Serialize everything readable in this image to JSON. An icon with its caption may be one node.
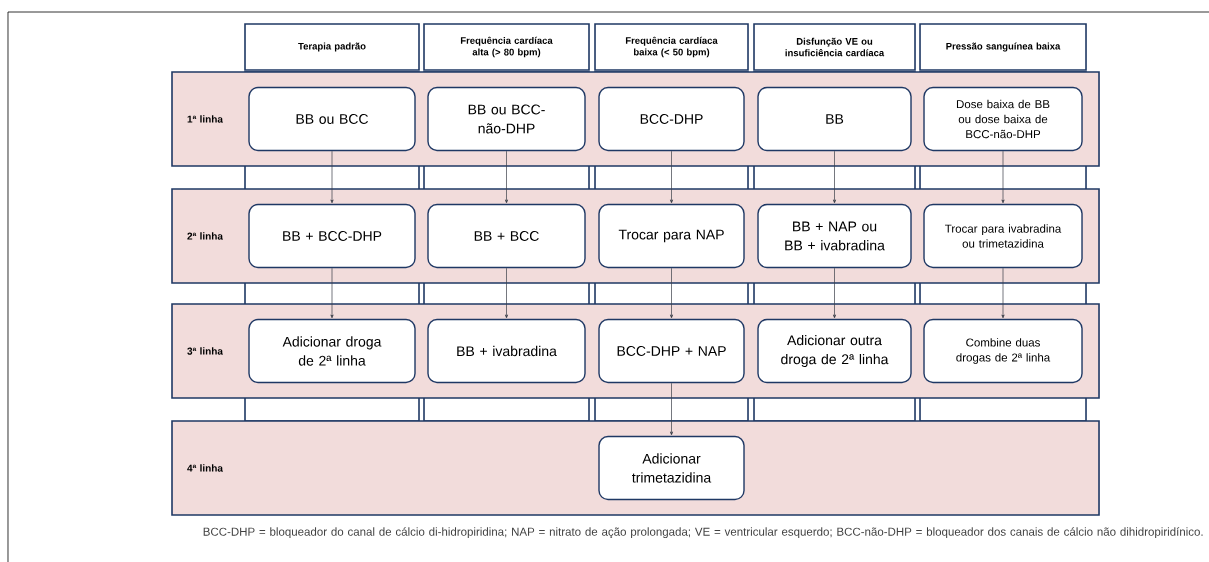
{
  "diagram": {
    "caption": "BCC-DHP = bloqueador do canal de cálcio di-hidropiridina; NAP = nitrato de ação prolongada; VE = ventricular esquerdo; BCC-não-DHP = bloqueador dos canais de cálcio não dihidropiridínico.",
    "nodes": [
      {
        "text": [
          "Terapia padrão"
        ]
      },
      {
        "text": [
          "Frequência cardíaca alta (> 80 bpm)"
        ]
      },
      {
        "text": [
          "Frequência cardíaca baixa (< 50 bpm)"
        ]
      },
      {
        "text": [
          "Disfunção VE ou insuficiência cardíaca"
        ]
      },
      {
        "text": [
          "Pressão sanguínea baixa"
        ]
      },
      {
        "text": [
          "1ª linha"
        ]
      },
      {
        "text": [
          "BB ou BCC"
        ],
        "in": 5
      },
      {
        "text": [
          "BB ou BCC-não-DHP"
        ],
        "in": 5
      },
      {
        "text": [
          "BCC-DHP"
        ],
        "in": 5
      },
      {
        "text": [
          "BB"
        ],
        "in": 5
      },
      {
        "text": [
          "Dose baixa de BB ou dose baixa de BCC-não-DHP"
        ],
        "in": 5
      },
      {
        "text": [
          "2ª linha"
        ]
      },
      {
        "text": [
          "BB + BCC-DHP"
        ],
        "in": 11
      },
      {
        "text": [
          "BB + BCC"
        ],
        "in": 11
      },
      {
        "text": [
          "Trocar para NAP"
        ],
        "in": 11
      },
      {
        "text": [
          "BB + NAP ou BB + ivabradina"
        ],
        "in": 11
      },
      {
        "text": [
          "Trocar para ivabradina ou trimetazidina"
        ],
        "in": 11
      },
      {
        "text": [
          "3ª linha"
        ]
      },
      {
        "text": [
          "Adicionar droga de 2ª linha"
        ],
        "in": 17
      },
      {
        "text": [
          "BB + ivabradina"
        ],
        "in": 17
      },
      {
        "text": [
          "BCC-DHP + NAP"
        ],
        "in": 17
      },
      {
        "text": [
          "Adicionar outra droga de 2ª linha"
        ],
        "in": 17
      },
      {
        "text": [
          "Combine duas drogas de 2ª linha"
        ],
        "in": 17
      },
      {
        "text": [
          "4ª linha"
        ]
      },
      {
        "text": [
          "Adicionar trimetazidina"
        ],
        "in": 23
      }
    ],
    "edges": [
      {
        "from": 6,
        "to": 12,
        "arrow": "to"
      },
      {
        "from": 7,
        "to": 13,
        "arrow": "to"
      },
      {
        "from": 8,
        "to": 14,
        "arrow": "to"
      },
      {
        "from": 9,
        "to": 15,
        "arrow": "to"
      },
      {
        "from": 10,
        "to": 16,
        "arrow": "to"
      },
      {
        "from": 12,
        "to": 18,
        "arrow": "to"
      },
      {
        "from": 13,
        "to": 19,
        "arrow": "to"
      },
      {
        "from": 14,
        "to": 20,
        "arrow": "to"
      },
      {
        "from": 15,
        "to": 21,
        "arrow": "to"
      },
      {
        "from": 16,
        "to": 22,
        "arrow": "to"
      },
      {
        "from": 20,
        "to": 24,
        "arrow": "to"
      }
    ]
  }
}
